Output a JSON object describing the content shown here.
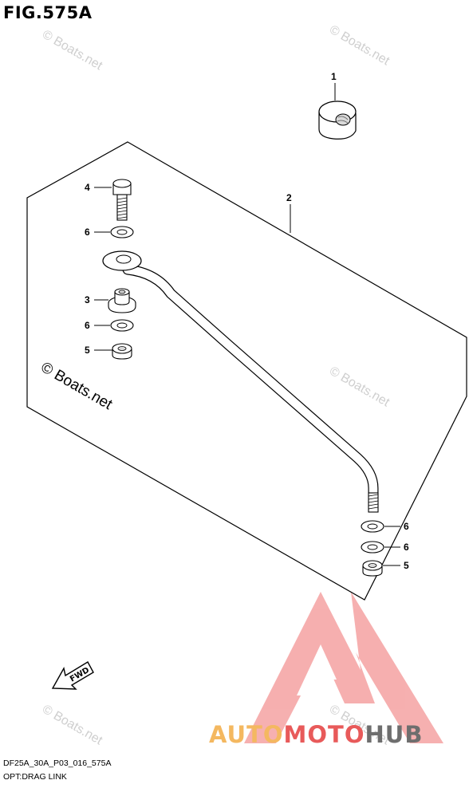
{
  "figure": {
    "title": "FIG.575A"
  },
  "parts": [
    {
      "ref": "1",
      "part": "nut"
    },
    {
      "ref": "2",
      "part": "drag-link"
    },
    {
      "ref": "3",
      "part": "bushing"
    },
    {
      "ref": "4",
      "part": "bolt"
    },
    {
      "ref": "5",
      "part": "nut"
    },
    {
      "ref": "6",
      "part": "washer"
    }
  ],
  "callouts": {
    "c1": "1",
    "c2": "2",
    "c3": "3",
    "c4": "4",
    "c5a": "5",
    "c5b": "5",
    "c6a": "6",
    "c6b": "6",
    "c6c": "6",
    "c6d": "6"
  },
  "watermarks": {
    "small": "© Boats.net",
    "large": "© Boats.net"
  },
  "fwd_label": "FWD",
  "footer": {
    "model_code": "DF25A_30A_P03_016_575A",
    "caption": "OPT:DRAG LINK"
  },
  "brand": {
    "part1": "AUTO",
    "part2": "MOTO",
    "part3": "HUB",
    "colors": {
      "auto": "#f4b860",
      "moto": "#e85a5a",
      "hub": "#6e6e6e",
      "logo": "#e85a5a"
    }
  }
}
